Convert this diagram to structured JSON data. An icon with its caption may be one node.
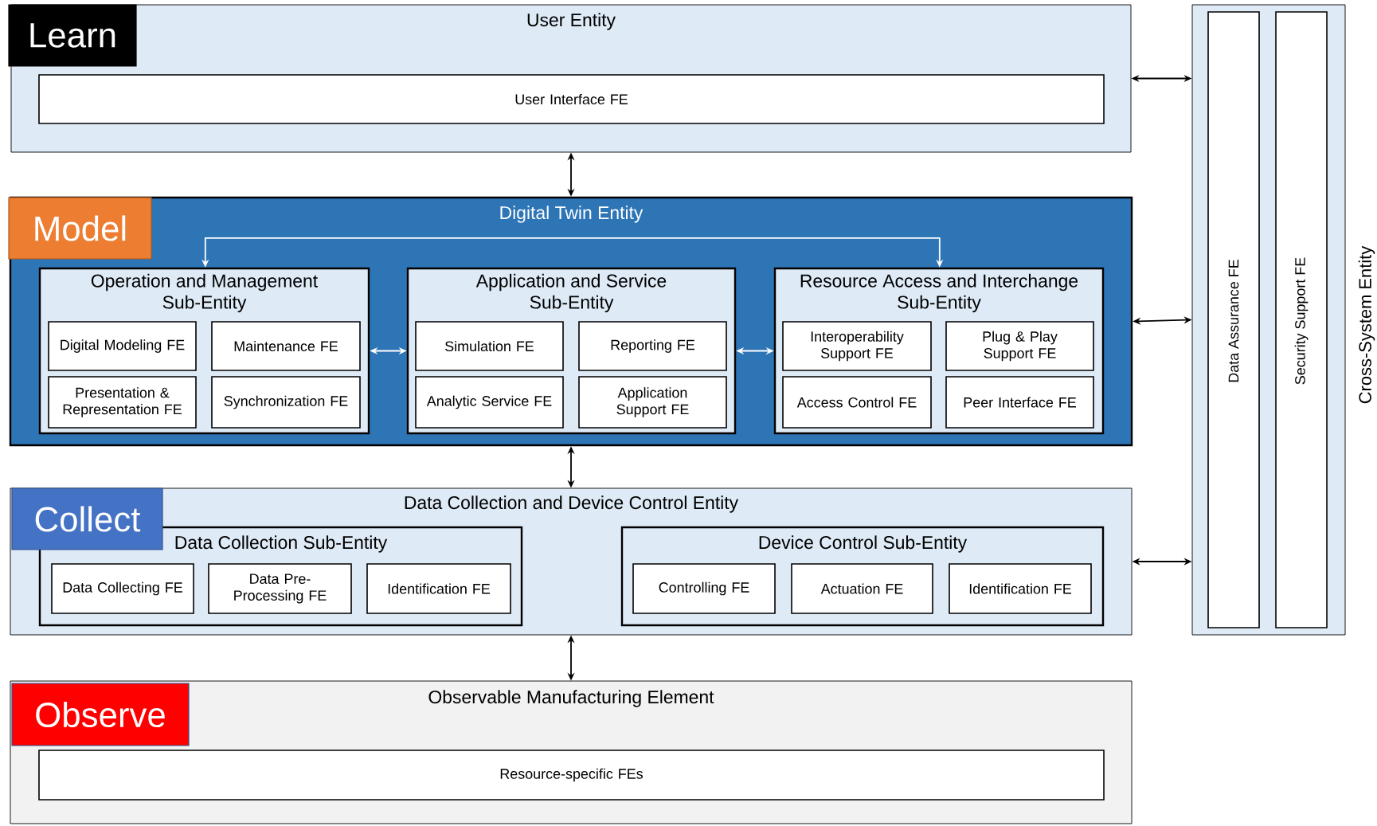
{
  "diagram": {
    "nodes": [
      {
        "text": [
          "User Entity"
        ]
      },
      {
        "text": [
          "User Interface FE"
        ],
        "in": 0
      },
      {
        "text": [
          "Digital Twin Entity"
        ]
      },
      {
        "text": [
          "Operation and Management Sub-Entity"
        ],
        "in": 2
      },
      {
        "text": [
          "Digital Modeling FE"
        ],
        "in": 3
      },
      {
        "text": [
          "Maintenance FE"
        ],
        "in": 3
      },
      {
        "text": [
          "Presentation & Representation FE"
        ],
        "in": 3
      },
      {
        "text": [
          "Synchronization FE"
        ],
        "in": 3
      },
      {
        "text": [
          "Application and Service Sub-Entity"
        ],
        "in": 2
      },
      {
        "text": [
          "Simulation FE"
        ],
        "in": 8
      },
      {
        "text": [
          "Reporting FE"
        ],
        "in": 8
      },
      {
        "text": [
          "Analytic Service FE"
        ],
        "in": 8
      },
      {
        "text": [
          "Application Support FE"
        ],
        "in": 8
      },
      {
        "text": [
          "Resource Access and Interchange Sub-Entity"
        ],
        "in": 2
      },
      {
        "text": [
          "Interoperability Support FE"
        ],
        "in": 13
      },
      {
        "text": [
          "Plug & Play Support FE"
        ],
        "in": 13
      },
      {
        "text": [
          "Access Control FE"
        ],
        "in": 13
      },
      {
        "text": [
          "Peer Interface FE"
        ],
        "in": 13
      },
      {
        "text": [
          "Data Collection and Device Control Entity"
        ]
      },
      {
        "text": [
          "Data Collection Sub-Entity"
        ],
        "in": 18
      },
      {
        "text": [
          "Data Collecting FE"
        ],
        "in": 19
      },
      {
        "text": [
          "Data Pre-Processing FE"
        ],
        "in": 19
      },
      {
        "text": [
          "Identification FE"
        ],
        "in": 19
      },
      {
        "text": [
          "Device Control Sub-Entity"
        ],
        "in": 18
      },
      {
        "text": [
          "Controlling FE"
        ],
        "in": 23
      },
      {
        "text": [
          "Actuation FE"
        ],
        "in": 23
      },
      {
        "text": [
          "Identification FE"
        ],
        "in": 23
      },
      {
        "text": [
          "Observable Manufacturing Element"
        ]
      },
      {
        "text": [
          "Resource-specific FEs"
        ],
        "in": 27
      },
      {
        "text": [
          "Cross-System Entity"
        ]
      },
      {
        "text": [
          "Data Assurance FE"
        ],
        "in": 29
      },
      {
        "text": [
          "Security Support FE"
        ],
        "in": 29
      },
      {
        "text": [
          "Learn"
        ],
        "in": 0
      },
      {
        "text": [
          "Model"
        ],
        "in": 2
      },
      {
        "text": [
          "Collect"
        ],
        "in": 18
      },
      {
        "text": [
          "Observe"
        ],
        "in": 27
      }
    ],
    "edges": [
      {
        "from": 0,
        "to": 2,
        "arrow": "both"
      },
      {
        "from": 2,
        "to": 18,
        "arrow": "both"
      },
      {
        "from": 18,
        "to": 27,
        "arrow": "both"
      },
      {
        "from": 0,
        "to": 29,
        "arrow": "both"
      },
      {
        "from": 2,
        "to": 29,
        "arrow": "both"
      },
      {
        "from": 18,
        "to": 29,
        "arrow": "both"
      },
      {
        "from": 3,
        "to": 8,
        "arrow": "both",
        "color": "#ffffff"
      },
      {
        "from": 8,
        "to": 13,
        "arrow": "both",
        "color": "#ffffff"
      },
      {
        "from": 3,
        "to": 13,
        "arrow": "both",
        "color": "#ffffff"
      }
    ]
  }
}
